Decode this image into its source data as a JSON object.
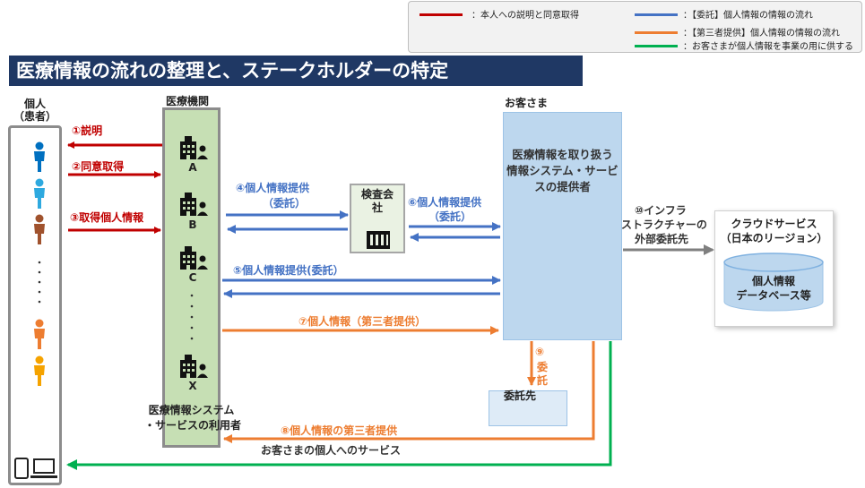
{
  "title": "医療情報の流れの整理と、ステークホルダーの特定",
  "legend": [
    {
      "text": "：本人への説明と同意取得",
      "color": "#c00000"
    },
    {
      "text": "：【委託】個人情報の情報の流れ",
      "color": "#4472c4"
    },
    {
      "text": "：【第三者提供】個人情報の情報の流れ",
      "color": "#ed7d31"
    },
    {
      "text": "：お客さまが個人情報を事業の用に供する",
      "color": "#00b050"
    }
  ],
  "person": {
    "label1": "個人",
    "label2": "（患者）",
    "dots": "・\n・\n・\n・\n・"
  },
  "medical": {
    "label": "医療機関",
    "hospitals": [
      "A",
      "B",
      "C",
      "X"
    ],
    "dots": "・\n・\n・\n・\n・",
    "bottom1": "医療情報システム",
    "bottom2": "・サービスの利用者"
  },
  "inspection": {
    "label1": "検査会",
    "label2": "社"
  },
  "provider": {
    "label": "お客さま",
    "desc1": "医療情報を取り扱う",
    "desc2": "情報システム・サービ",
    "desc3": "スの提供者"
  },
  "itaku": {
    "label": "委託先"
  },
  "cloud": {
    "title1": "クラウドサービス",
    "title2": "（日本のリージョン）",
    "db1": "個人情報",
    "db2": "データベース等"
  },
  "flows": {
    "f1": "①説明",
    "f2": "②同意取得",
    "f3": "③取得個人情報",
    "f4a": "④個人情報提供",
    "f4b": "（委託）",
    "f5": "⑤個人情報提供(委託）",
    "f6a": "⑥個人情報提供",
    "f6b": "（委託）",
    "f7": "⑦個人情報（第三者提供）",
    "f8": "⑧個人情報の第三者提供",
    "f9a": "⑨",
    "f9b": "委",
    "f9c": "託",
    "f10a": "⑩インフラ",
    "f10b": "ストラクチャーの",
    "f10c": "外部委託先",
    "service": "お客さまの個人へのサービス"
  },
  "colors": {
    "red": "#c00000",
    "blue": "#4472c4",
    "orange": "#ed7d31",
    "green": "#00b050",
    "gray": "#7f7f7f",
    "navy": "#1f3864"
  },
  "icons": [
    "person-icon",
    "hospital-icon",
    "building-icon",
    "tablet-icon",
    "laptop-icon",
    "database-icon"
  ]
}
